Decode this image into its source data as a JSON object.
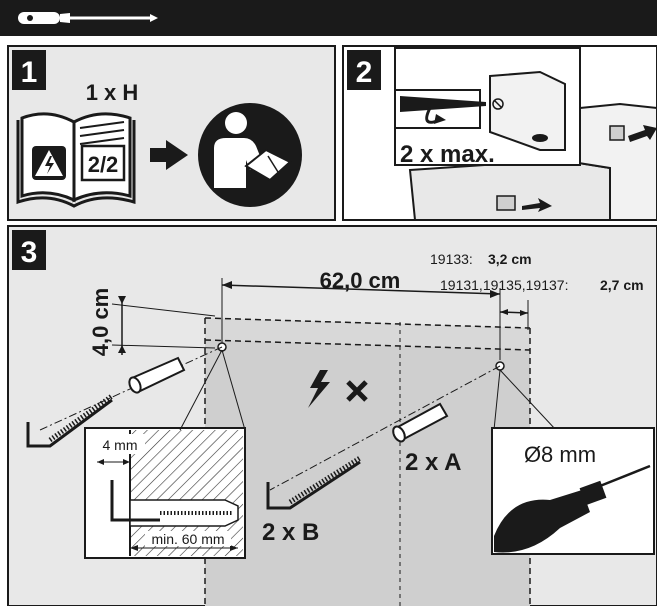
{
  "steps": [
    {
      "number": "1",
      "quantity": "1 x H",
      "manual_page": "2/2"
    },
    {
      "number": "2",
      "instruction": "2 x max."
    },
    {
      "number": "3",
      "spacing": "62,0 cm",
      "height": "4,0 cm",
      "offset_a_models": "19133:",
      "offset_a_value": "3,2 cm",
      "offset_b_models": "19131,19135,19137:",
      "offset_b_value": "2,7 cm",
      "part_a": "2 x A",
      "part_b": "2 x B",
      "drill_size": "Ø8 mm",
      "depth_detail": "4 mm",
      "min_depth": "min. 60 mm"
    }
  ],
  "colors": {
    "frame": "#1a1a1a",
    "panel": "#e8e8e8",
    "shade": "#cfcfcf",
    "cabinet": "#c9c9c9"
  },
  "icons": [
    "screwdriver-icon",
    "warning-electric-icon",
    "arrow-right-icon",
    "read-manual-icon",
    "no-electric-icon",
    "drill-icon"
  ]
}
